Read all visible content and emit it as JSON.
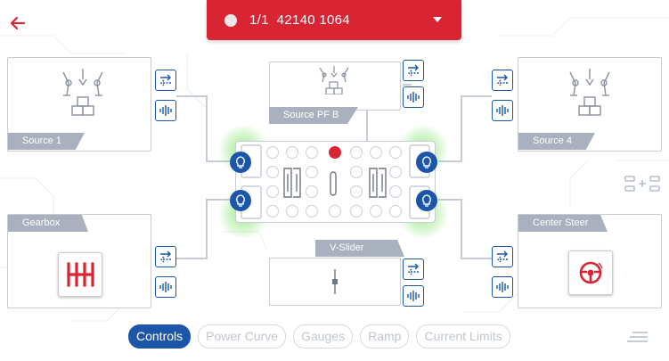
{
  "header": {
    "device_label": "1/1  42140 1064"
  },
  "panels": {
    "source1": {
      "label": "Source 1",
      "icon": "robot-arm-icon"
    },
    "source_pf_b": {
      "label": "Source PF B",
      "icon": "robot-arm-icon"
    },
    "source4": {
      "label": "Source 4",
      "icon": "robot-arm-icon"
    },
    "gearbox": {
      "label": "Gearbox",
      "icon": "gear-shift-icon"
    },
    "v_slider": {
      "label": "V-Slider",
      "icon": "slider-icon"
    },
    "center_steer": {
      "label": "Center Steer",
      "icon": "steering-wheel-icon"
    }
  },
  "tabs": [
    {
      "label": "Controls",
      "active": true
    },
    {
      "label": "Power Curve",
      "active": false
    },
    {
      "label": "Gauges",
      "active": false
    },
    {
      "label": "Ramp",
      "active": false
    },
    {
      "label": "Current Limits",
      "active": false
    }
  ],
  "colors": {
    "accent": "#1b56a8",
    "brand_red": "#d92434",
    "label_gray": "#a8b1bd",
    "glow_green": "#5adc3c"
  }
}
